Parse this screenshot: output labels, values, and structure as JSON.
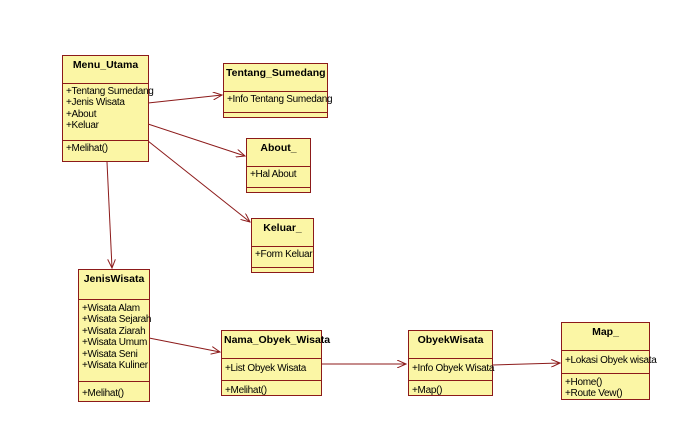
{
  "classes": {
    "menu_utama": {
      "name": "Menu_Utama",
      "attributes": [
        "+Tentang Sumedang",
        "+Jenis Wisata",
        "+About",
        "+Keluar"
      ],
      "methods": [
        "+Melihat()"
      ]
    },
    "tentang_sumedang": {
      "name": "Tentang_Sumedang",
      "attributes": [
        "+Info Tentang Sumedang"
      ],
      "methods": []
    },
    "about": {
      "name": "About_",
      "attributes": [
        "+Hal About"
      ],
      "methods": []
    },
    "keluar": {
      "name": "Keluar_",
      "attributes": [
        "+Form Keluar"
      ],
      "methods": []
    },
    "jenis_wisata": {
      "name": "JenisWisata",
      "attributes": [
        "+Wisata Alam",
        "+Wisata Sejarah",
        "+Wisata Ziarah",
        "+Wisata Umum",
        "+Wisata Seni",
        "+Wisata Kuliner"
      ],
      "methods": [
        "+Melihat()"
      ]
    },
    "nama_obyek_wisata": {
      "name": "Nama_Obyek_Wisata",
      "attributes": [
        "+List Obyek Wisata"
      ],
      "methods": [
        "+Melihat()"
      ]
    },
    "obyek_wisata": {
      "name": "ObyekWisata",
      "attributes": [
        "+Info Obyek Wisata"
      ],
      "methods": [
        "+Map()"
      ]
    },
    "map": {
      "name": "Map_",
      "attributes": [
        "+Lokasi Obyek wisata"
      ],
      "methods": [
        "+Home()",
        "+Route Vew()"
      ]
    }
  },
  "colors": {
    "fill": "#fbf6a5",
    "border": "#8c1a1a",
    "edge": "#8c1a1a"
  }
}
